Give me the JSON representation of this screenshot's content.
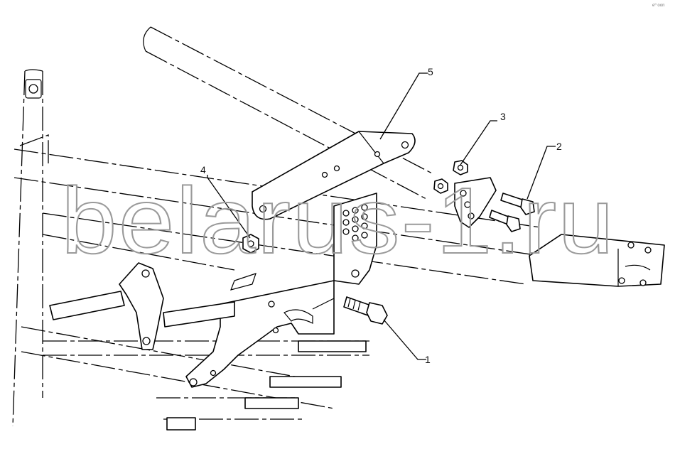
{
  "diagram": {
    "watermark": "belarus-1.ru",
    "corner_mark": "e⁰ oon",
    "callouts": [
      {
        "id": "callout-1",
        "label": "1",
        "part": "bolt-lower"
      },
      {
        "id": "callout-2",
        "label": "2",
        "part": "bolts-right"
      },
      {
        "id": "callout-3",
        "label": "3",
        "part": "nuts-bracket"
      },
      {
        "id": "callout-4",
        "label": "4",
        "part": "nut-left"
      },
      {
        "id": "callout-5",
        "label": "5",
        "part": "link-bar"
      }
    ]
  }
}
